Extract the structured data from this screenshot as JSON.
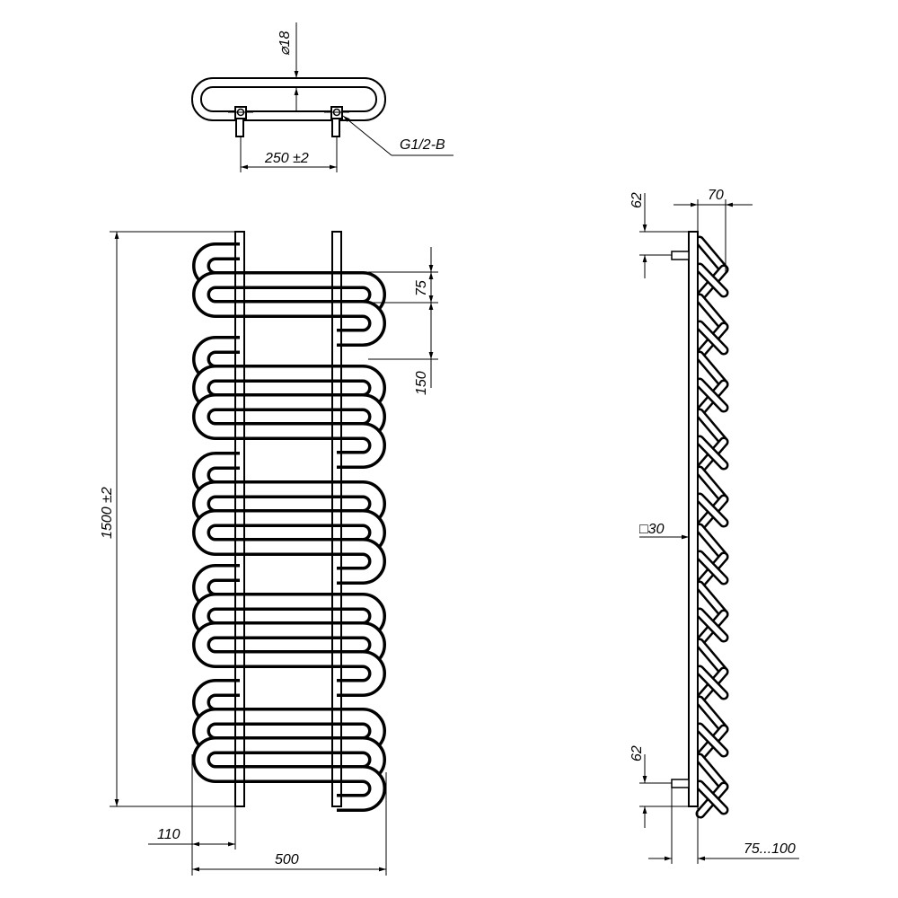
{
  "top_view": {
    "tube_diameter_label": "⌀18",
    "connection_label": "G1/2-B",
    "connection_spacing_label": "250 ±2"
  },
  "front_view": {
    "height_label": "1500 ±2",
    "tube_pitch_label": "75",
    "group_pitch_label": "150",
    "pipe_offset_label": "110",
    "width_label": "500"
  },
  "side_view": {
    "top_offset_label": "62",
    "depth_label": "70",
    "profile_label": "□30",
    "bottom_offset_label": "62",
    "wall_distance_label": "75...100"
  },
  "colors": {
    "line": "#000000",
    "background": "#ffffff"
  }
}
